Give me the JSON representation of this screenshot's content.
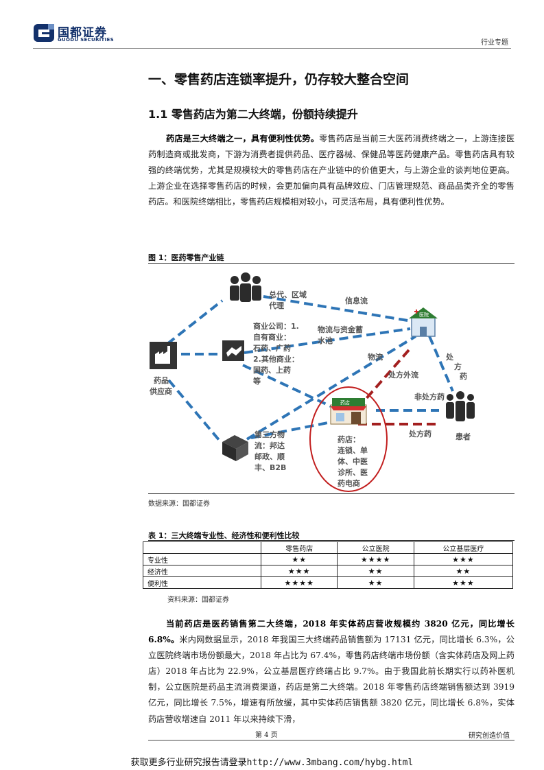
{
  "header": {
    "logo_cn": "国都证券",
    "logo_en": "GUODU SECURITIES",
    "tag": "行业专题"
  },
  "section_title": "一、零售药店连锁率提升，仍存较大整合空间",
  "subsection_title": "1.1  零售药店为第二大终端，份额持续提升",
  "para1": {
    "lead": "药店是三大终端之一，具有便利性优势。",
    "body": "零售药店是当前三大医药消费终端之一，上游连接医药制造商或批发商，下游为消费者提供药品、医疗器械、保健品等医药健康产品。零售药店具有较强的终端优势，尤其是规模较大的零售药店在产业链中的价值更大，与上游企业的谈判地位更高。上游企业在选择零售药店的时候，会更加偏向具有品牌效应、门店管理规范、商品品类齐全的零售药店。和医院终端相比，零售药店规模相对较小，可灵活布局，具有便利性优势。"
  },
  "figure": {
    "title": "图 1：医药零售产业链",
    "source": "数据来源：国都证券",
    "nodes": {
      "agent_line1": "总代、区域",
      "agent_line2": "代理",
      "info_flow": "信息流",
      "logistics_pool_line1": "物流与资金蓄",
      "logistics_pool_line2": "水池",
      "commercial": [
        "商业公司：1.",
        "自有商业：",
        "石药、广药",
        "2.其他商业：",
        "国药、上药",
        "等"
      ],
      "logistics": "物流",
      "rx_outflow": "处方外流",
      "rx_drug_vertical": [
        "处",
        "方",
        "药"
      ],
      "supplier_line1": "药品",
      "supplier_line2": "供应商",
      "non_rx": "非处方药",
      "patient": "患者",
      "rx_drug": "处方药",
      "third_party": [
        "第三方物",
        "流：邦达",
        "邮政、顺",
        "丰、B2B"
      ],
      "pharmacy": [
        "药店：",
        "连锁、单",
        "体、中医",
        "诊所、医",
        "药电商"
      ],
      "pharmacy_sign": "药店",
      "hospital_sign": "医院"
    }
  },
  "table": {
    "title": "表 1：三大终端专业性、经济性和便利性比较",
    "source": "资料来源：国都证券",
    "headers": [
      "",
      "零售药店",
      "公立医院",
      "公立基层医疗"
    ],
    "rows": [
      [
        "专业性",
        "★★",
        "★★★★",
        "★★★"
      ],
      [
        "经济性",
        "★★★",
        "★★",
        "★★"
      ],
      [
        "便利性",
        "★★★★",
        "★★",
        "★★★"
      ]
    ]
  },
  "para2": {
    "lead": "当前药店是医药销售第二大终端，2018 年实体药店营收规模约 3820 亿元，同比增长 6.8%。",
    "body": "米内网数据显示，2018 年我国三大终端药品销售额为 17131 亿元，同比增长 6.3%，公立医院终端市场份额最大，2018 年占比为 67.4%，零售药店终端市场份额（含实体药店及网上药店）2018 年占比为 22.9%，公立基层医疗终端占比 9.7%。由于我国此前长期实行以药补医机制，公立医院是药品主流消费渠道，药店是第二大终端。2018 年零售药店终端销售额达到 3919 亿元，同比增长 7.5%，增速有所放缓，其中实体药店销售额 3820 亿元，同比增长 6.8%，实体药店营收增速自 2011 年以来持续下滑，"
  },
  "footer": {
    "page": "第  4  页",
    "slogan": "研究创造价值",
    "watermark": "获取更多行业研究报告请登录http://www.3mbang.com/hybg.html"
  },
  "colors": {
    "brand_navy": "#13316b",
    "flow_blue": "#2e75b6",
    "flow_red": "#a31f1f",
    "icon_dark": "#2b2b2b"
  }
}
